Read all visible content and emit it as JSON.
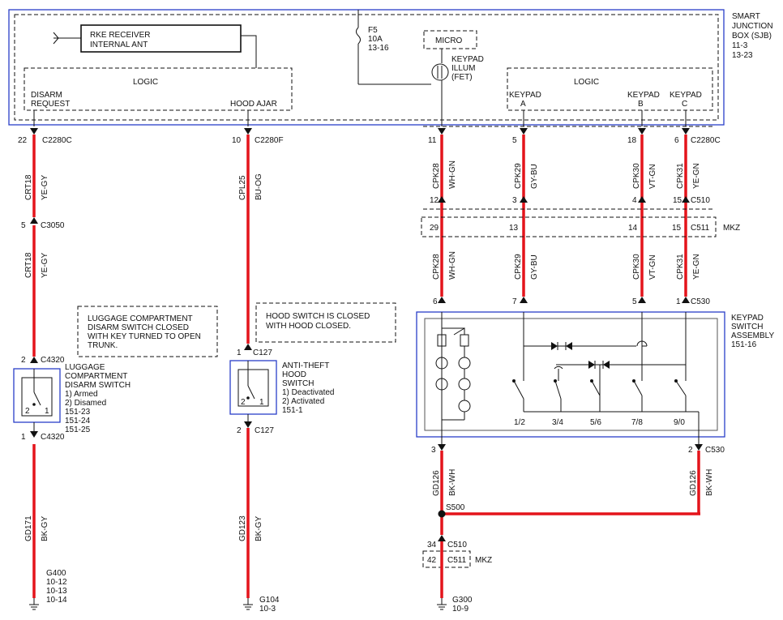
{
  "sjb": {
    "label": [
      "SMART",
      "JUNCTION",
      "BOX (SJB)",
      "11-3",
      "13-23"
    ],
    "rke": [
      "RKE RECEIVER",
      "INTERNAL ANT"
    ],
    "fuse": [
      "F5",
      "10A",
      "13-16"
    ],
    "micro": "MICRO",
    "keypad_illum": [
      "KEYPAD",
      "ILLUM",
      "(FET)"
    ],
    "logic_left": "LOGIC",
    "logic_right": "LOGIC",
    "disarm_request": [
      "DISARM",
      "REQUEST"
    ],
    "hood_ajar": "HOOD AJAR",
    "keypad_a": [
      "KEYPAD",
      "A"
    ],
    "keypad_b": [
      "KEYPAD",
      "B"
    ],
    "keypad_c": [
      "KEYPAD",
      "C"
    ]
  },
  "left": {
    "pin_top": "22",
    "conn_top": "C2280C",
    "wire1_id": "CRT18",
    "wire1_color": "YE-GY",
    "pin_mid": "5",
    "conn_mid": "C3050",
    "wire2_id": "CRT18",
    "wire2_color": "YE-GY",
    "note": [
      "LUGGAGE COMPARTMENT",
      "DISARM SWITCH CLOSED",
      "WITH KEY TURNED TO OPEN",
      "TRUNK."
    ],
    "sw_pin_top": "2",
    "sw_conn_top": "C4320",
    "switch_label": [
      "LUGGAGE",
      "COMPARTMENT",
      "DISARM SWITCH",
      "1) Armed",
      "2) Disamed",
      "151-23",
      "151-24",
      "151-25"
    ],
    "sw_pin2": "2",
    "sw_pin1": "1",
    "sw_pin_bot": "1",
    "sw_conn_bot": "C4320",
    "gnd_id": "GD171",
    "gnd_color": "BK-GY",
    "ground": [
      "G400",
      "10-12",
      "10-13",
      "10-14"
    ]
  },
  "hood": {
    "pin_top": "10",
    "conn_top": "C2280F",
    "wire_id": "CPL25",
    "wire_color": "BU-OG",
    "note": [
      "HOOD SWITCH IS CLOSED",
      "WITH HOOD CLOSED."
    ],
    "sw_pin_top": "1",
    "sw_conn_top": "C127",
    "switch_label": [
      "ANTI-THEFT",
      "HOOD",
      "SWITCH",
      "1) Deactivated",
      "2) Activated",
      "151-1"
    ],
    "sw_pin2": "2",
    "sw_pin1": "1",
    "sw_pin_bot": "2",
    "sw_conn_bot": "C127",
    "gnd_id": "GD123",
    "gnd_color": "BK-GY",
    "ground": [
      "G104",
      "10-3"
    ]
  },
  "keypad": {
    "top_pins": [
      "11",
      "5",
      "18",
      "6"
    ],
    "top_conn": "C2280C",
    "upper_ids": [
      "CPK28",
      "CPK29",
      "CPK30",
      "CPK31"
    ],
    "upper_colors": [
      "WH-GN",
      "GY-BU",
      "VT-GN",
      "YE-GN"
    ],
    "c510_pins": [
      "12",
      "3",
      "4",
      "15"
    ],
    "c510": "C510",
    "c511_pins": [
      "29",
      "13",
      "14",
      "15"
    ],
    "c511": "C511",
    "mkz": "MKZ",
    "lower_ids": [
      "CPK28",
      "CPK29",
      "CPK30",
      "CPK31"
    ],
    "lower_colors": [
      "WH-GN",
      "GY-BU",
      "VT-GN",
      "YE-GN"
    ],
    "c530_pins": [
      "6",
      "7",
      "5",
      "1"
    ],
    "c530": "C530",
    "assembly_label": [
      "KEYPAD",
      "SWITCH",
      "ASSEMBLY",
      "151-16"
    ],
    "buttons": [
      "1/2",
      "3/4",
      "5/6",
      "7/8",
      "9/0"
    ],
    "out_pin_left": "3",
    "out_pin_right": "2",
    "out_conn_right": "C530",
    "gd126_id": "GD126",
    "gd126_color": "BK-WH",
    "splice": "S500",
    "c510_low_pin": "34",
    "c510_low": "C510",
    "c511_low_pin": "42",
    "c511_low": "C511",
    "mkz_low": "MKZ",
    "ground": [
      "G300",
      "10-9"
    ]
  }
}
